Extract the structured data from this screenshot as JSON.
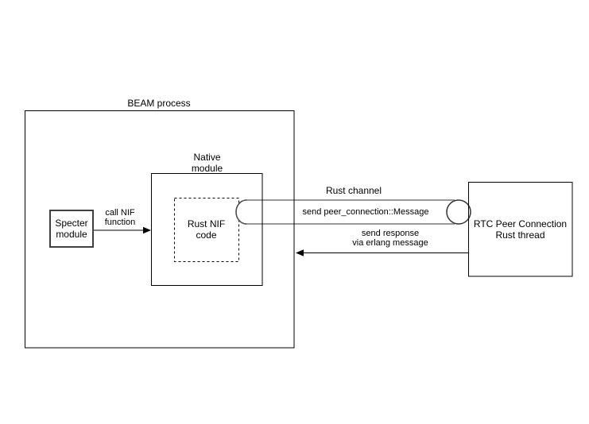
{
  "nodes": {
    "beam_process": {
      "label": "BEAM process"
    },
    "native_module": {
      "label": "Native\nmodule"
    },
    "specter_module": {
      "label": "Specter\nmodule"
    },
    "rust_nif_code": {
      "label": "Rust NIF\ncode"
    },
    "rtc_thread": {
      "label": "RTC Peer Connection\nRust thread"
    }
  },
  "edges": {
    "call_nif": {
      "label": "call NIF\nfunction"
    },
    "rust_channel": {
      "title": "Rust channel",
      "message": "send peer_connection::Message"
    },
    "response": {
      "label": "send response\nvia erlang message"
    }
  },
  "colors": {
    "background": "#ffffff",
    "box_stroke": "#000000",
    "specter_box_stroke": "#404040",
    "channel_line": "#999999",
    "channel_cap": "#4d4d4d",
    "channel_opening": "#333333",
    "text": "#000000"
  }
}
